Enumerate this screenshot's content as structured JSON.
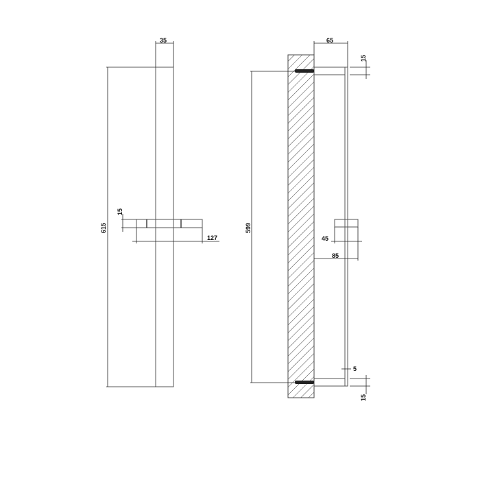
{
  "drawing": {
    "front_view": {
      "bar_width_label": "35",
      "total_height_label": "615",
      "holder_thickness_label": "15",
      "holder_width_label": "127"
    },
    "side_view": {
      "projection_label": "65",
      "top_bracket_label": "15",
      "mount_spacing_label": "599",
      "holder_depth_label": "45",
      "holder_projection_label": "85",
      "bar_thickness_label": "5",
      "bottom_bracket_label": "15"
    }
  },
  "colors": {
    "line": "#555555",
    "text": "#111111",
    "background": "#ffffff"
  }
}
